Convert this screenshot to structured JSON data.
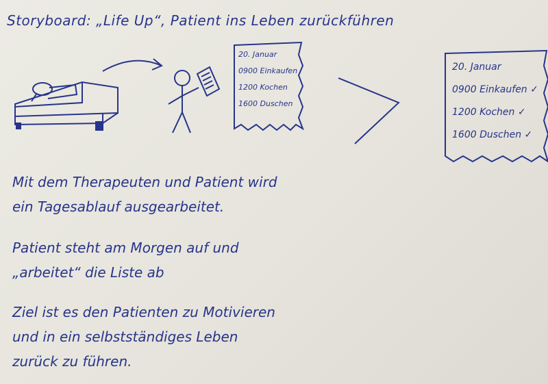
{
  "title": "Storyboard: „Life Up“, Patient ins Leben zurückführen",
  "list_small": {
    "date": "20. Januar",
    "items": [
      {
        "time": "0900",
        "task": "Einkaufen"
      },
      {
        "time": "1200",
        "task": "Kochen"
      },
      {
        "time": "1600",
        "task": "Duschen"
      }
    ]
  },
  "list_big": {
    "date": "20. Januar",
    "items": [
      {
        "time": "0900",
        "task": "Einkaufen ✓"
      },
      {
        "time": "1200",
        "task": "Kochen ✓"
      },
      {
        "time": "1600",
        "task": "Duschen ✓"
      }
    ]
  },
  "paragraphs": {
    "p1_line1": "Mit dem Therapeuten und Patient wird",
    "p1_line2": "ein Tagesablauf ausgearbeitet.",
    "p2_line1": "Patient steht am Morgen auf und",
    "p2_line2": "„arbeitet“ die Liste ab",
    "p3_line1": "Ziel ist es den Patienten zu Motivieren",
    "p3_line2": "und in ein selbstständiges Leben",
    "p3_line3": "zurück zu führen."
  }
}
